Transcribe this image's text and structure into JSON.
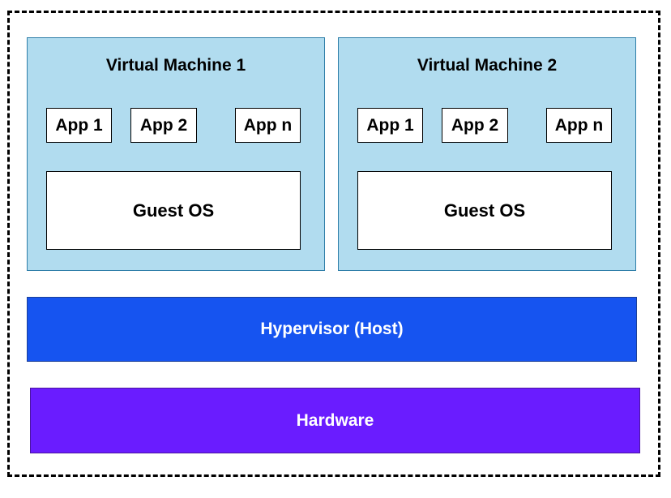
{
  "colors": {
    "vm_fill": "#b1dcef",
    "vm_border": "#2e7ea8",
    "hypervisor_fill": "#1654f0",
    "hardware_fill": "#6a1cff",
    "box_fill": "#ffffff",
    "text_dark": "#000000",
    "text_light": "#ffffff"
  },
  "vm1": {
    "title": "Virtual Machine 1",
    "apps": [
      "App 1",
      "App 2",
      "App n"
    ],
    "os": "Guest OS"
  },
  "vm2": {
    "title": "Virtual Machine 2",
    "apps": [
      "App 1",
      "App 2",
      "App n"
    ],
    "os": "Guest OS"
  },
  "hypervisor": {
    "label": "Hypervisor (Host)"
  },
  "hardware": {
    "label": "Hardware"
  }
}
